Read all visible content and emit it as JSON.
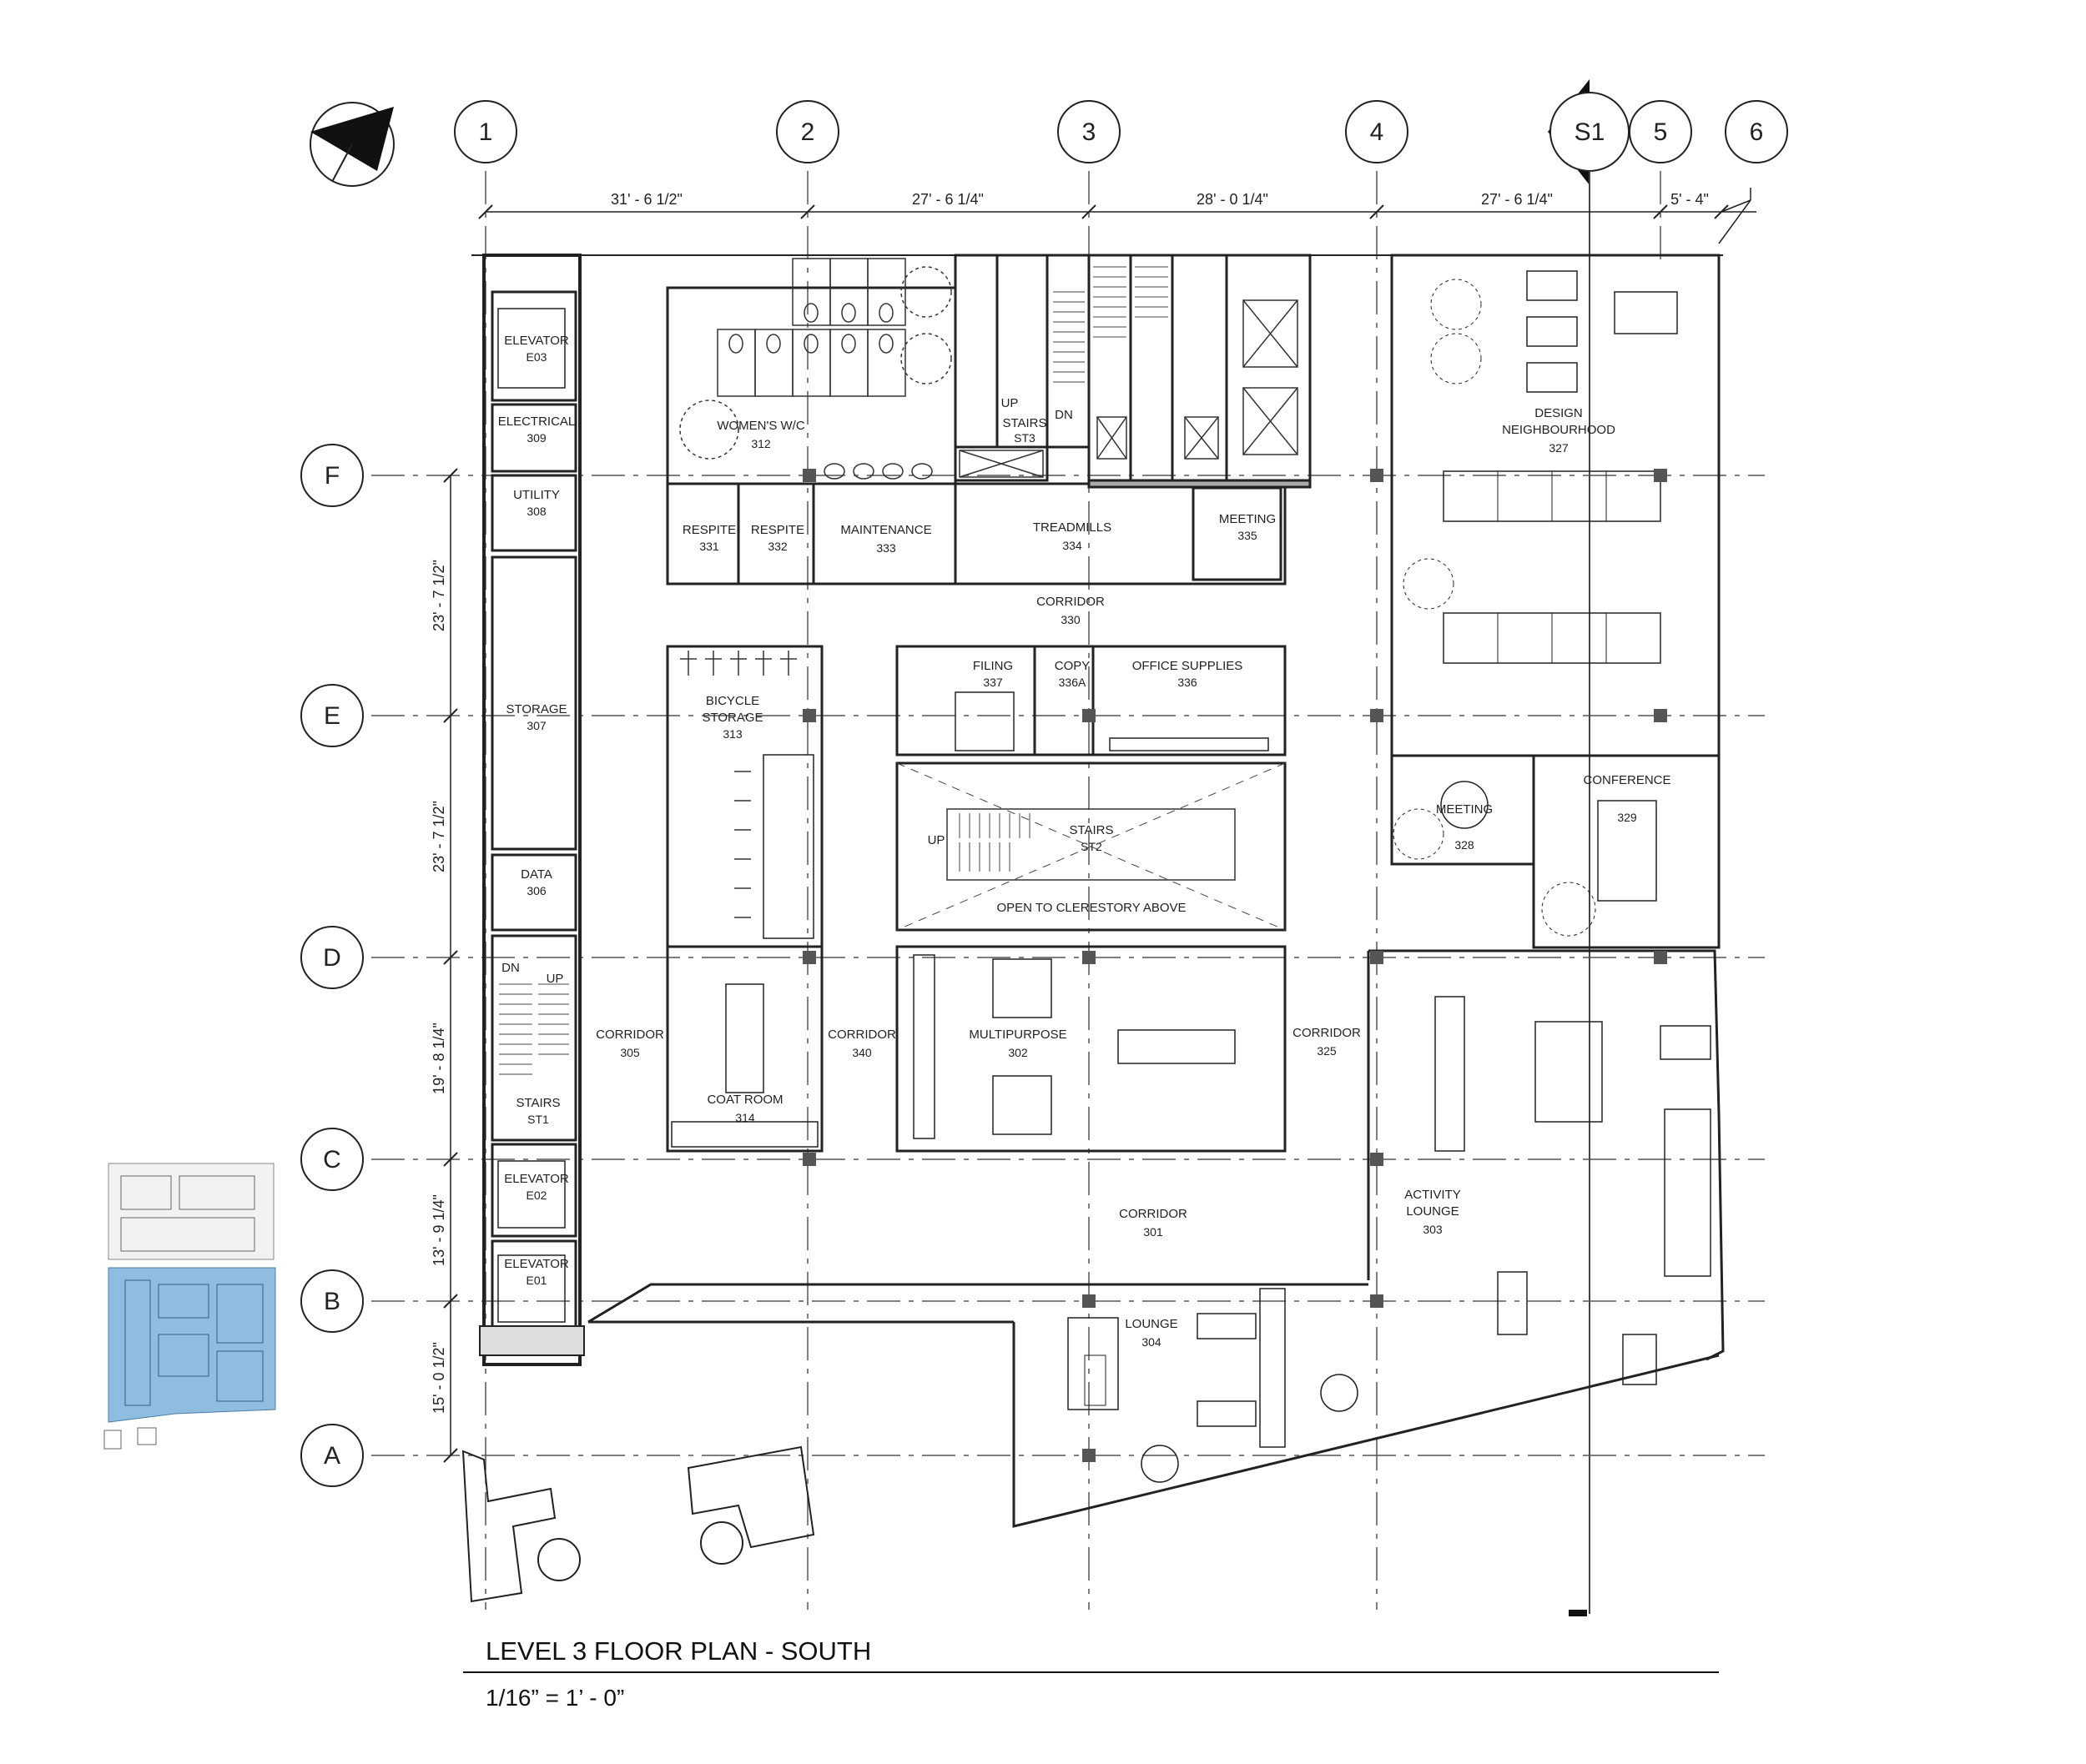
{
  "title": "LEVEL 3 FLOOR PLAN - SOUTH",
  "scale": "1/16” = 1’ - 0”",
  "section_marker": "S1",
  "grid_columns": [
    "1",
    "2",
    "3",
    "4",
    "5",
    "6"
  ],
  "grid_rows": [
    "F",
    "E",
    "D",
    "C",
    "B",
    "A"
  ],
  "column_dimensions": [
    "31' - 6 1/2\"",
    "27' - 6 1/4\"",
    "28' - 0 1/4\"",
    "27' - 6 1/4\"",
    "5' - 4\""
  ],
  "row_dimensions": [
    "23' - 7 1/2\"",
    "23' - 7 1/2\"",
    "19' - 8 1/4\"",
    "13' - 9 1/4\"",
    "15' - 0 1/2\""
  ],
  "rooms": [
    {
      "name": "ELEVATOR",
      "num": "E03"
    },
    {
      "name": "ELECTRICAL",
      "num": "309"
    },
    {
      "name": "UTILITY",
      "num": "308"
    },
    {
      "name": "STORAGE",
      "num": "307"
    },
    {
      "name": "DATA",
      "num": "306"
    },
    {
      "name": "STAIRS",
      "num": "ST1"
    },
    {
      "name": "ELEVATOR",
      "num": "E02"
    },
    {
      "name": "ELEVATOR",
      "num": "E01"
    },
    {
      "name": "WOMEN'S W/C",
      "num": "312"
    },
    {
      "name": "RESPITE",
      "num": "331"
    },
    {
      "name": "RESPITE",
      "num": "332"
    },
    {
      "name": "MAINTENANCE",
      "num": "333"
    },
    {
      "name": "TREADMILLS",
      "num": "334"
    },
    {
      "name": "MEETING",
      "num": "335"
    },
    {
      "name": "STAIRS",
      "num": "ST3"
    },
    {
      "name": "CORRIDOR",
      "num": "330"
    },
    {
      "name": "BICYCLE STORAGE",
      "num": "313"
    },
    {
      "name": "FILING",
      "num": "337"
    },
    {
      "name": "COPY",
      "num": "336A"
    },
    {
      "name": "OFFICE SUPPLIES",
      "num": "336"
    },
    {
      "name": "STAIRS",
      "num": "ST2"
    },
    {
      "name": "DESIGN NEIGHBOURHOOD",
      "num": "327"
    },
    {
      "name": "MEETING",
      "num": "328"
    },
    {
      "name": "CONFERENCE",
      "num": "329"
    },
    {
      "name": "CORRIDOR",
      "num": "305"
    },
    {
      "name": "COAT ROOM",
      "num": "314"
    },
    {
      "name": "CORRIDOR",
      "num": "340"
    },
    {
      "name": "MULTIPURPOSE",
      "num": "302"
    },
    {
      "name": "CORRIDOR",
      "num": "325"
    },
    {
      "name": "CORRIDOR",
      "num": "301"
    },
    {
      "name": "ACTIVITY LOUNGE",
      "num": "303"
    },
    {
      "name": "LOUNGE",
      "num": "304"
    }
  ],
  "notes": {
    "open_to_clerestory": "OPEN TO CLERESTORY ABOVE",
    "up": "UP",
    "dn": "DN",
    "stairs_word": "STAIRS",
    "design_line1": "DESIGN",
    "design_line2": "NEIGHBOURHOOD",
    "bicycle_line1": "BICYCLE",
    "bicycle_line2": "STORAGE",
    "activity_line1": "ACTIVITY",
    "activity_line2": "LOUNGE"
  },
  "colors": {
    "line": "#222222",
    "grid": "#555555",
    "highlight": "#8ebde0",
    "wall_fill": "#cccccc"
  }
}
